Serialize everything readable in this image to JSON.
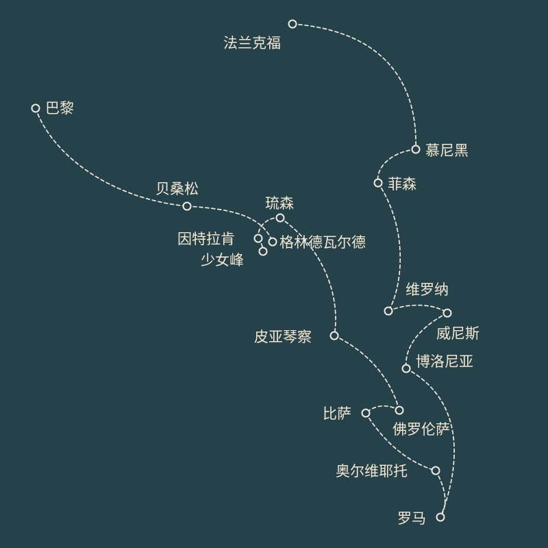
{
  "colors": {
    "background": "#25424a",
    "route": "#f2ece0",
    "label": "#f3e7cf"
  },
  "places": {
    "frankfurt": "法兰克福",
    "paris": "巴黎",
    "munich": "慕尼黑",
    "fussen": "菲森",
    "besancon": "贝桑松",
    "lucerne": "琉森",
    "interlaken": "因特拉肯",
    "grindelwald": "格林德瓦尔德",
    "jungfrau": "少女峰",
    "verona": "维罗纳",
    "venice": "威尼斯",
    "piacenza": "皮亚琴察",
    "bologna": "博洛尼亚",
    "pisa": "比萨",
    "florence": "佛罗伦萨",
    "orvieto": "奥尔维耶托",
    "rome": "罗马"
  }
}
